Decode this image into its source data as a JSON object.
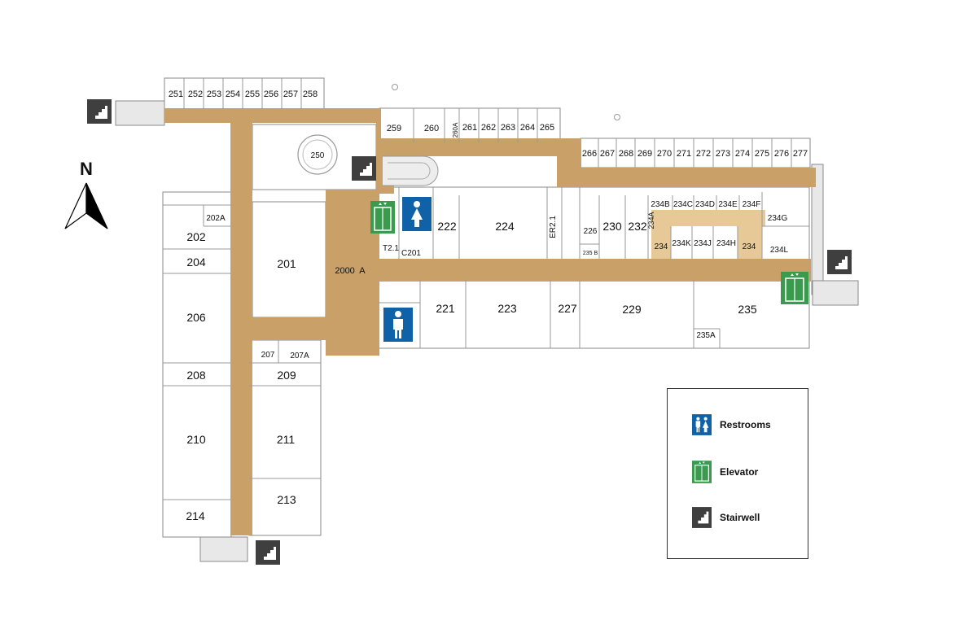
{
  "compass": {
    "label": "N"
  },
  "rooms": {
    "r251": "251",
    "r252": "252",
    "r253": "253",
    "r254": "254",
    "r255": "255",
    "r256": "256",
    "r257": "257",
    "r258": "258",
    "r259": "259",
    "r260": "260",
    "r260a": "260A",
    "r261": "261",
    "r262": "262",
    "r263": "263",
    "r264": "264",
    "r265": "265",
    "r266": "266",
    "r267": "267",
    "r268": "268",
    "r269": "269",
    "r270": "270",
    "r271": "271",
    "r272": "272",
    "r273": "273",
    "r274": "274",
    "r275": "275",
    "r276": "276",
    "r277": "277",
    "r250": "250",
    "r2000a": "2000  A",
    "r201": "201",
    "r202": "202",
    "r202a": "202A",
    "r204": "204",
    "r206": "206",
    "r207": "207",
    "r207a": "207A",
    "r208": "208",
    "r209": "209",
    "r210": "210",
    "r211": "211",
    "r213": "213",
    "r214": "214",
    "r222": "222",
    "r224": "224",
    "rer21": "ER2.1",
    "rt21": "T2.1",
    "rc201": "C201",
    "r221": "221",
    "r223": "223",
    "r227": "227",
    "r229": "229",
    "r226": "226",
    "r235b": "235 B",
    "r230": "230",
    "r232": "232",
    "r234": "234",
    "r234b": "234B",
    "r234c": "234C",
    "r234d": "234D",
    "r234e": "234E",
    "r234f": "234F",
    "r234g": "234G",
    "r234a": "234A",
    "r234k": "234K",
    "r234j": "234J",
    "r234h": "234H",
    "r234x": "234",
    "r234l": "234L",
    "r235": "235",
    "r235a": "235A"
  },
  "legend": {
    "restrooms": "Restrooms",
    "elevator": "Elevator",
    "stairwell": "Stairwell"
  },
  "colors": {
    "corridor": "#c8a068",
    "corridor_light": "#e6c996",
    "restroom_blue": "#1062a8",
    "elevator_green": "#3a9a4e",
    "stair_dark": "#3f3f3f"
  }
}
